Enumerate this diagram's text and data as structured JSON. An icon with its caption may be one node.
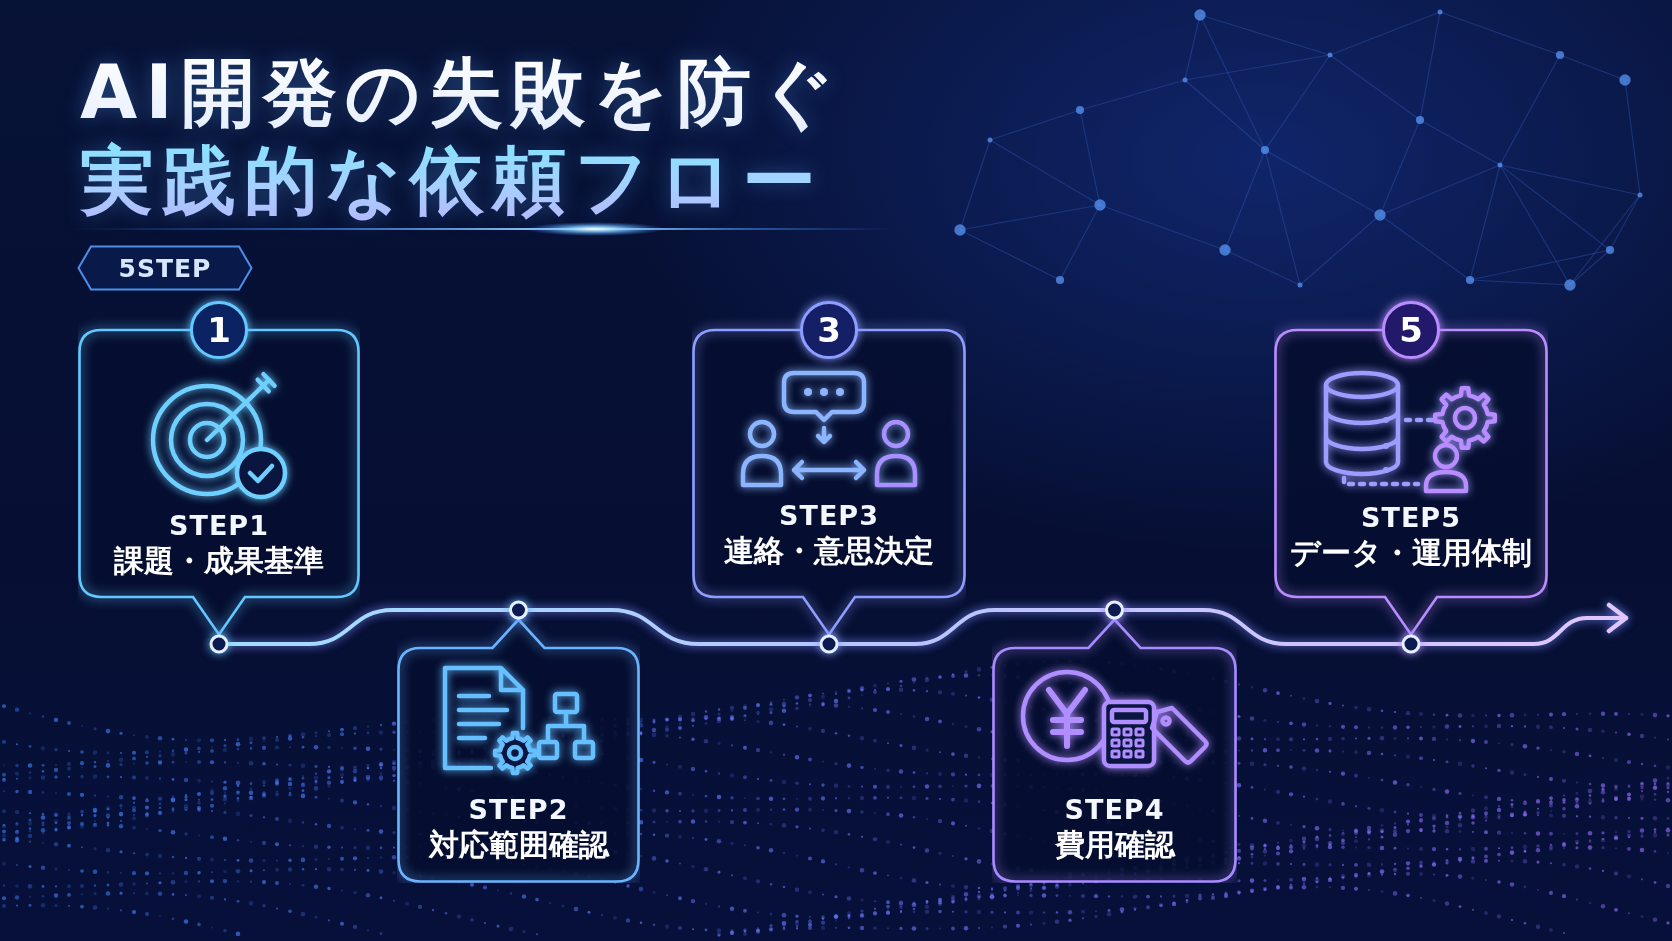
{
  "diagram": {
    "title": "AI開発の失敗を防ぐ実践的な依頼フロー",
    "nodes": [
      {
        "text": [
          "5STEP"
        ]
      },
      {
        "text": [
          "1",
          "STEP1",
          "課題・成果基準"
        ]
      },
      {
        "text": [
          "STEP2",
          "対応範囲確認"
        ]
      },
      {
        "text": [
          "3",
          "STEP3",
          "連絡・意思決定"
        ]
      },
      {
        "text": [
          "STEP4",
          "費用確認"
        ]
      },
      {
        "text": [
          "5",
          "STEP5",
          "データ・運用体制"
        ]
      }
    ],
    "edges": [
      {
        "from": 1,
        "to": 2,
        "arrow": "none"
      },
      {
        "from": 2,
        "to": 3,
        "arrow": "none"
      },
      {
        "from": 3,
        "to": 4,
        "arrow": "none"
      },
      {
        "from": 4,
        "to": 5,
        "arrow": "none"
      },
      {
        "from": 5,
        "to": null,
        "arrow": "to"
      }
    ]
  }
}
